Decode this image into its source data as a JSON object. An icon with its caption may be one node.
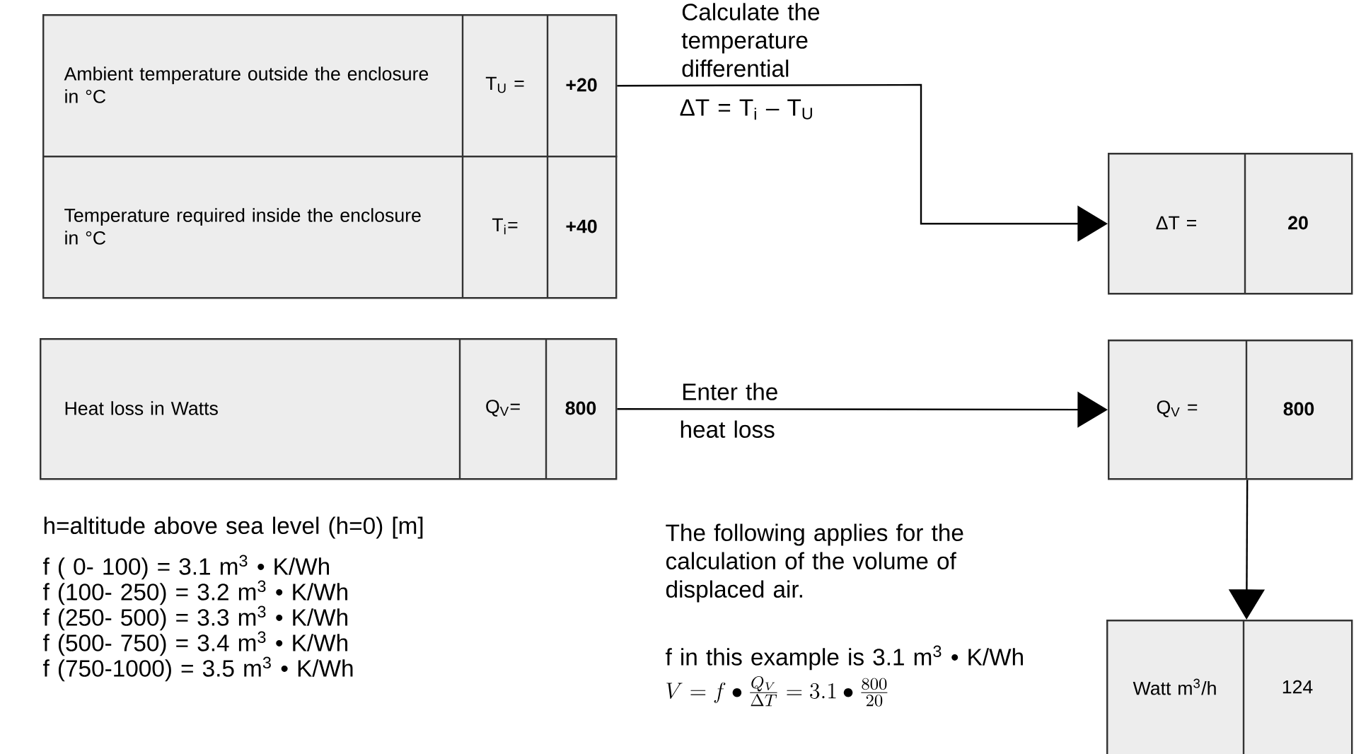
{
  "diagram": {
    "nodes": [
      {
        "text": [
          "Ambient temperature outside the enclosure in °C",
          "T$_{U}$ =",
          "+20"
        ]
      },
      {
        "text": [
          "Temperature required inside the enclosure in °C",
          "T$_{i}$=",
          "+40"
        ]
      },
      {
        "text": [
          "ΔT =",
          "20"
        ]
      },
      {
        "text": [
          "Heat loss in Watts",
          "Q$_{V}$=",
          "800"
        ]
      },
      {
        "text": [
          "Q$_{V}$ =",
          "800"
        ]
      },
      {
        "text": [
          "Watt m$^{3}$/h",
          "124"
        ]
      }
    ],
    "edges": [
      {
        "from": 0,
        "to": 2,
        "arrow": "to",
        "label": "Calculate the temperature differential"
      },
      {
        "from": 3,
        "to": 4,
        "arrow": "to",
        "label": "Enter the"
      },
      {
        "from": 4,
        "to": 5,
        "arrow": "to"
      }
    ],
    "labels": [
      "ΔT = T$_{i}$ – T$_{U}$",
      "heat loss",
      "h=altitude above sea level (h=0) [m]",
      "f (    0-  100) = 3.1 m$^{3}$ • K/Wh",
      "f (100-  250) = 3.2 m$^{3}$ • K/Wh",
      "f (250-  500) = 3.3 m$^{3}$ • K/Wh",
      "f (500-  750) = 3.4 m$^{3}$ • K/Wh",
      "f (750-1000) = 3.5 m$^{3}$ • K/Wh",
      "The following applies for the calculation of the volume of displaced air.",
      "f in this example is 3.1 m$^{3}$ • K/Wh",
      "V = f \\bullet \\frac{Q_V}{\\Delta T} = 3.1 \\bullet \\frac{800}{20}"
    ]
  }
}
